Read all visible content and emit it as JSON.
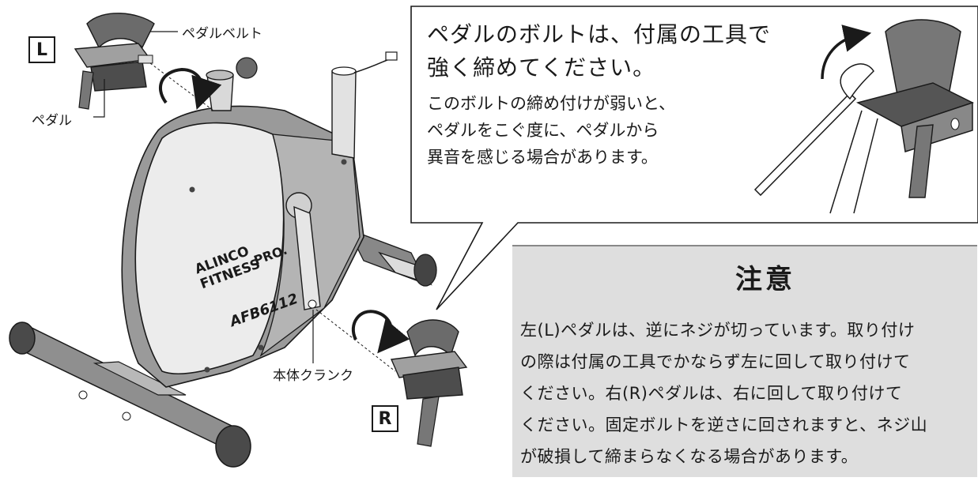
{
  "labels": {
    "pedal_belt": "ペダルベルト",
    "pedal": "ペダル",
    "crank": "本体クランク",
    "left": "L",
    "right": "R",
    "brand_line1": "ALINCO",
    "brand_line2": "FITNESS",
    "brand_pro": "PRO.",
    "model": "AFB6112"
  },
  "callout": {
    "heading_line1": "ペダルのボルトは、付属の工具で",
    "heading_line2": "強く締めてください。",
    "body_line1": "このボルトの締め付けが弱いと、",
    "body_line2": "ペダルをこぐ度に、ペダルから",
    "body_line3": "異音を感じる場合があります。"
  },
  "caution": {
    "title": "注意",
    "lines": [
      "左(L)ペダルは、逆にネジが切っています。取り付け",
      "の際は付属の工具でかならず左に回して取り付けて",
      "ください。右(R)ペダルは、右に回して取り付けて",
      "ください。固定ボルトを逆さに回されますと、ネジ山",
      "が破損して締まらなくなる場合があります。"
    ]
  },
  "colors": {
    "body_light": "#ececec",
    "body_mid": "#9a9a9a",
    "body_dark": "#6e6e6e",
    "caution_bg": "#dedede",
    "outline": "#1a1a1a"
  }
}
